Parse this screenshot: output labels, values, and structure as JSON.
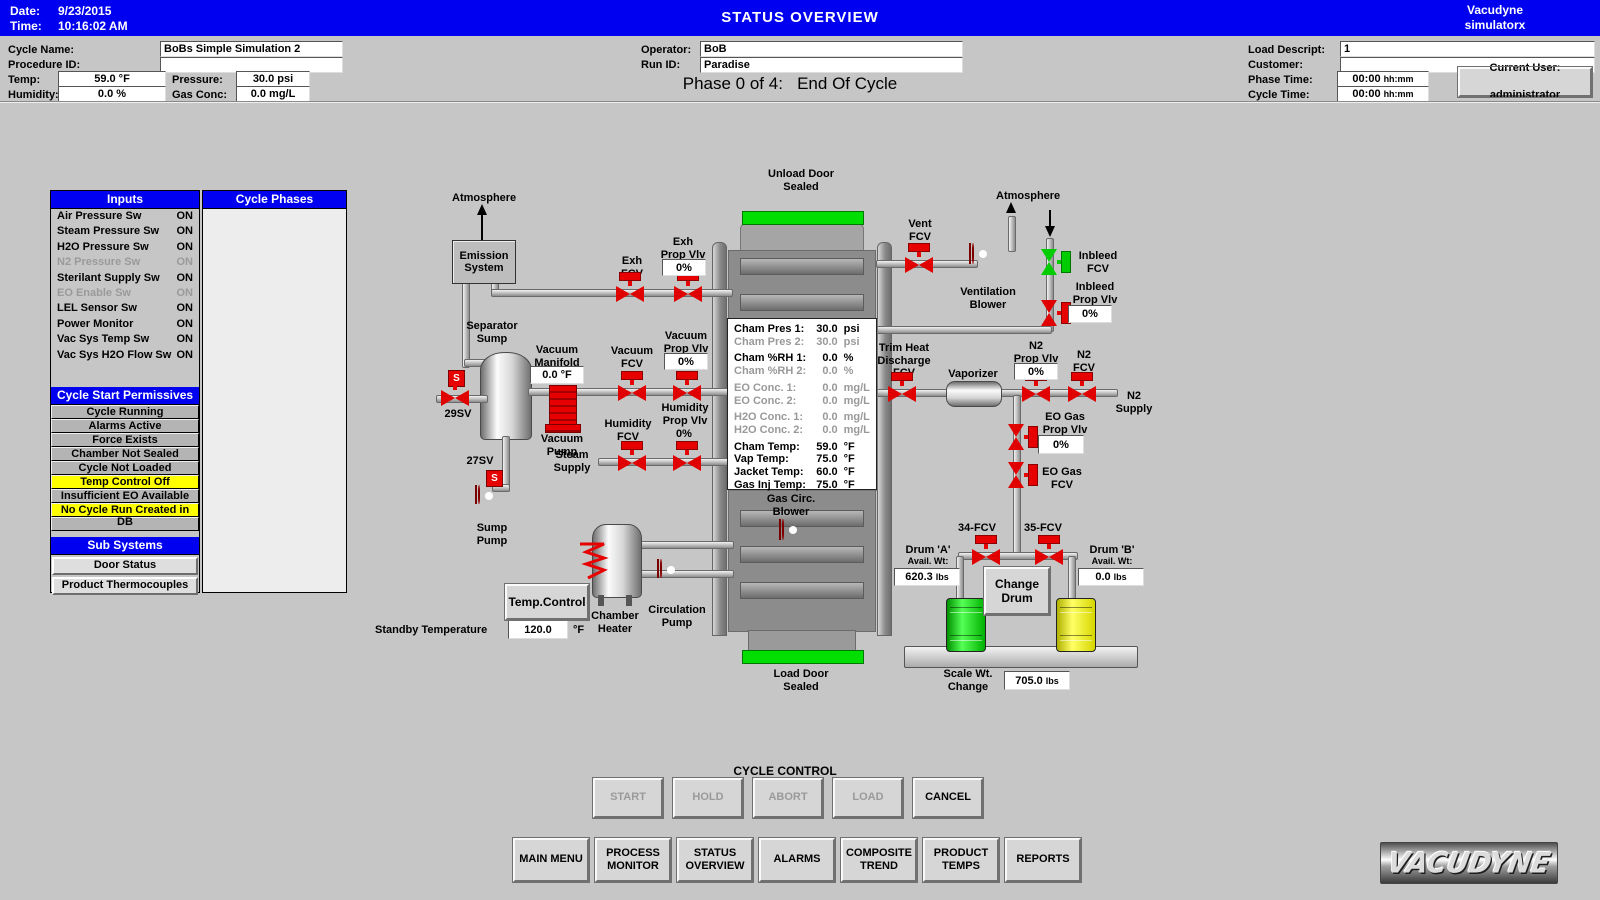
{
  "header": {
    "date_label": "Date:",
    "date": "9/23/2015",
    "time_label": "Time:",
    "time": "10:16:02 AM",
    "title": "STATUS OVERVIEW",
    "brand_line1": "Vacudyne",
    "brand_line2": "simulatorx"
  },
  "info": {
    "cycle_name_label": "Cycle Name:",
    "cycle_name": "BoBs Simple Simulation 2",
    "procedure_id_label": "Procedure ID:",
    "procedure_id": "",
    "temp_label": "Temp:",
    "temp": "59.0 °F",
    "pressure_label": "Pressure:",
    "pressure": "30.0 psi",
    "humidity_label": "Humidity:",
    "humidity": "0.0 %",
    "gas_conc_label": "Gas Conc:",
    "gas_conc": "0.0 mg/L",
    "operator_label": "Operator:",
    "operator": "BoB",
    "run_id_label": "Run ID:",
    "run_id": "Paradise",
    "phase_label": "Phase 0 of 4:",
    "phase_name": "End Of Cycle",
    "load_descript_label": "Load Descript:",
    "load_descript": "1",
    "customer_label": "Customer:",
    "customer": "",
    "phase_time_label": "Phase Time:",
    "phase_time": "00:00",
    "phase_time_unit": "hh:mm",
    "cycle_time_label": "Cycle Time:",
    "cycle_time": "00:00",
    "cycle_time_unit": "hh:mm",
    "current_user_label": "Current User:",
    "current_user": "administrator"
  },
  "inputs": {
    "title": "Inputs",
    "rows": [
      {
        "label": "Air Pressure Sw",
        "state": "ON"
      },
      {
        "label": "Steam Pressure Sw",
        "state": "ON"
      },
      {
        "label": "H2O Pressure Sw",
        "state": "ON"
      },
      {
        "label": "N2 Pressure Sw",
        "state": "ON",
        "cls": "dim"
      },
      {
        "label": "Sterilant Supply Sw",
        "state": "ON"
      },
      {
        "label": "EO Enable Sw",
        "state": "ON",
        "cls": "dim"
      },
      {
        "label": "LEL Sensor Sw",
        "state": "ON"
      },
      {
        "label": "Power Monitor",
        "state": "ON"
      },
      {
        "label": "Vac Sys Temp Sw",
        "state": "ON"
      },
      {
        "label": "Vac Sys H2O Flow Sw",
        "state": "ON"
      }
    ]
  },
  "permissives": {
    "title": "Cycle Start Permissives",
    "rows": [
      {
        "label": "Cycle Running"
      },
      {
        "label": "Alarms Active"
      },
      {
        "label": "Force Exists"
      },
      {
        "label": "Chamber Not Sealed"
      },
      {
        "label": "Cycle Not Loaded"
      },
      {
        "label": "Temp Control Off",
        "cls": "on"
      },
      {
        "label": "Insufficient EO Available"
      },
      {
        "label": "No Cycle Run Created in DB",
        "cls": "on"
      },
      {
        "label": ""
      }
    ]
  },
  "subsystems": {
    "title": "Sub Systems",
    "buttons": [
      {
        "label": "Door Status"
      },
      {
        "label": "Product Thermocouples"
      }
    ]
  },
  "cycle_phases": {
    "title": "Cycle Phases"
  },
  "diagram": {
    "unload_door": "Unload Door\nSealed",
    "load_door": "Load Door\nSealed",
    "atmosphere_left": "Atmosphere",
    "atmosphere_right": "Atmosphere",
    "emission_system": "Emission\nSystem",
    "exh_fcv": "Exh\nFCV",
    "exh_prop": "Exh\nProp Vlv",
    "exh_prop_val": "0%",
    "separator_sump": "Separator\nSump",
    "sv29": "29SV",
    "sv27": "27SV",
    "sump_pump": "Sump\nPump",
    "vacuum_manifold": "Vacuum\nManifold",
    "vacuum_manifold_val": "0.0 °F",
    "vacuum_pump": "Vacuum\nPump",
    "vacuum_fcv": "Vacuum\nFCV",
    "vacuum_prop": "Vacuum\nProp Vlv",
    "vacuum_prop_val": "0%",
    "humidity_fcv": "Humidity\nFCV",
    "humidity_prop": "Humidity\nProp Vlv",
    "humidity_prop_val": "0%",
    "steam_supply": "Steam\nSupply",
    "temp_control_btn": "Temp.Control",
    "chamber_heater": "Chamber\nHeater",
    "circulation_pump": "Circulation\nPump",
    "standby_label": "Standby Temperature",
    "standby_val": "120.0",
    "standby_unit": "°F",
    "gas_circ_blower": "Gas Circ.\nBlower",
    "vent_fcv": "Vent\nFCV",
    "ventilation_blower": "Ventilation\nBlower",
    "inbleed_fcv": "Inbleed\nFCV",
    "inbleed_prop": "Inbleed\nProp Vlv",
    "inbleed_prop_val": "0%",
    "trim_heat": "Trim Heat\nDischarge\nFCV",
    "vaporizer": "Vaporizer",
    "n2_prop": "N2\nProp Vlv",
    "n2_prop_val": "0%",
    "n2_fcv": "N2\nFCV",
    "n2_supply": "N2\nSupply",
    "eo_gas_prop": "EO Gas\nProp Vlv",
    "eo_gas_prop_val": "0%",
    "eo_gas_fcv": "EO Gas\nFCV",
    "fcv34": "34-FCV",
    "fcv35": "35-FCV",
    "drum_a": "Drum 'A'",
    "drum_a_sub": "Avail. Wt:",
    "drum_a_val": "620.3",
    "drum_a_unit": "lbs",
    "drum_b": "Drum 'B'",
    "drum_b_sub": "Avail. Wt:",
    "drum_b_val": "0.0",
    "drum_b_unit": "lbs",
    "change_drum_btn": "Change\nDrum",
    "scale_label": "Scale Wt.\nChange",
    "scale_val": "705.0",
    "scale_unit": "lbs"
  },
  "databox": {
    "rows": [
      {
        "label": "Cham Pres 1:",
        "value": "30.0",
        "unit": "psi"
      },
      {
        "label": "Cham Pres 2:",
        "value": "30.0",
        "unit": "psi",
        "cls": "dim"
      },
      {
        "label": "Cham %RH 1:",
        "value": "0.0",
        "unit": "%",
        "cls": "gap"
      },
      {
        "label": "Cham %RH 2:",
        "value": "0.0",
        "unit": "%",
        "cls": "dim"
      },
      {
        "label": "EO Conc. 1:",
        "value": "0.0",
        "unit": "mg/L",
        "cls": "dim gap"
      },
      {
        "label": "EO Conc. 2:",
        "value": "0.0",
        "unit": "mg/L",
        "cls": "dim"
      },
      {
        "label": "H2O Conc. 1:",
        "value": "0.0",
        "unit": "mg/L",
        "cls": "dim gap"
      },
      {
        "label": "H2O Conc. 2:",
        "value": "0.0",
        "unit": "mg/L",
        "cls": "dim"
      },
      {
        "label": "Cham Temp:",
        "value": "59.0",
        "unit": "°F",
        "cls": "gap"
      },
      {
        "label": "Vap Temp:",
        "value": "75.0",
        "unit": "°F"
      },
      {
        "label": "Jacket Temp:",
        "value": "60.0",
        "unit": "°F"
      },
      {
        "label": "Gas Inj Temp:",
        "value": "75.0",
        "unit": "°F"
      }
    ]
  },
  "cycle_control": {
    "title": "CYCLE CONTROL",
    "buttons": [
      {
        "label": "START",
        "cls": "off"
      },
      {
        "label": "HOLD",
        "cls": "off"
      },
      {
        "label": "ABORT",
        "cls": "off"
      },
      {
        "label": "LOAD",
        "cls": "off"
      },
      {
        "label": "CANCEL"
      }
    ]
  },
  "nav": {
    "buttons": [
      {
        "label": "MAIN MENU"
      },
      {
        "label": "PROCESS\nMONITOR"
      },
      {
        "label": "STATUS\nOVERVIEW"
      },
      {
        "label": "ALARMS"
      },
      {
        "label": "COMPOSITE\nTREND"
      },
      {
        "label": "PRODUCT\nTEMPS"
      },
      {
        "label": "REPORTS"
      }
    ]
  },
  "logo": {
    "text": "VACUDYNE"
  }
}
